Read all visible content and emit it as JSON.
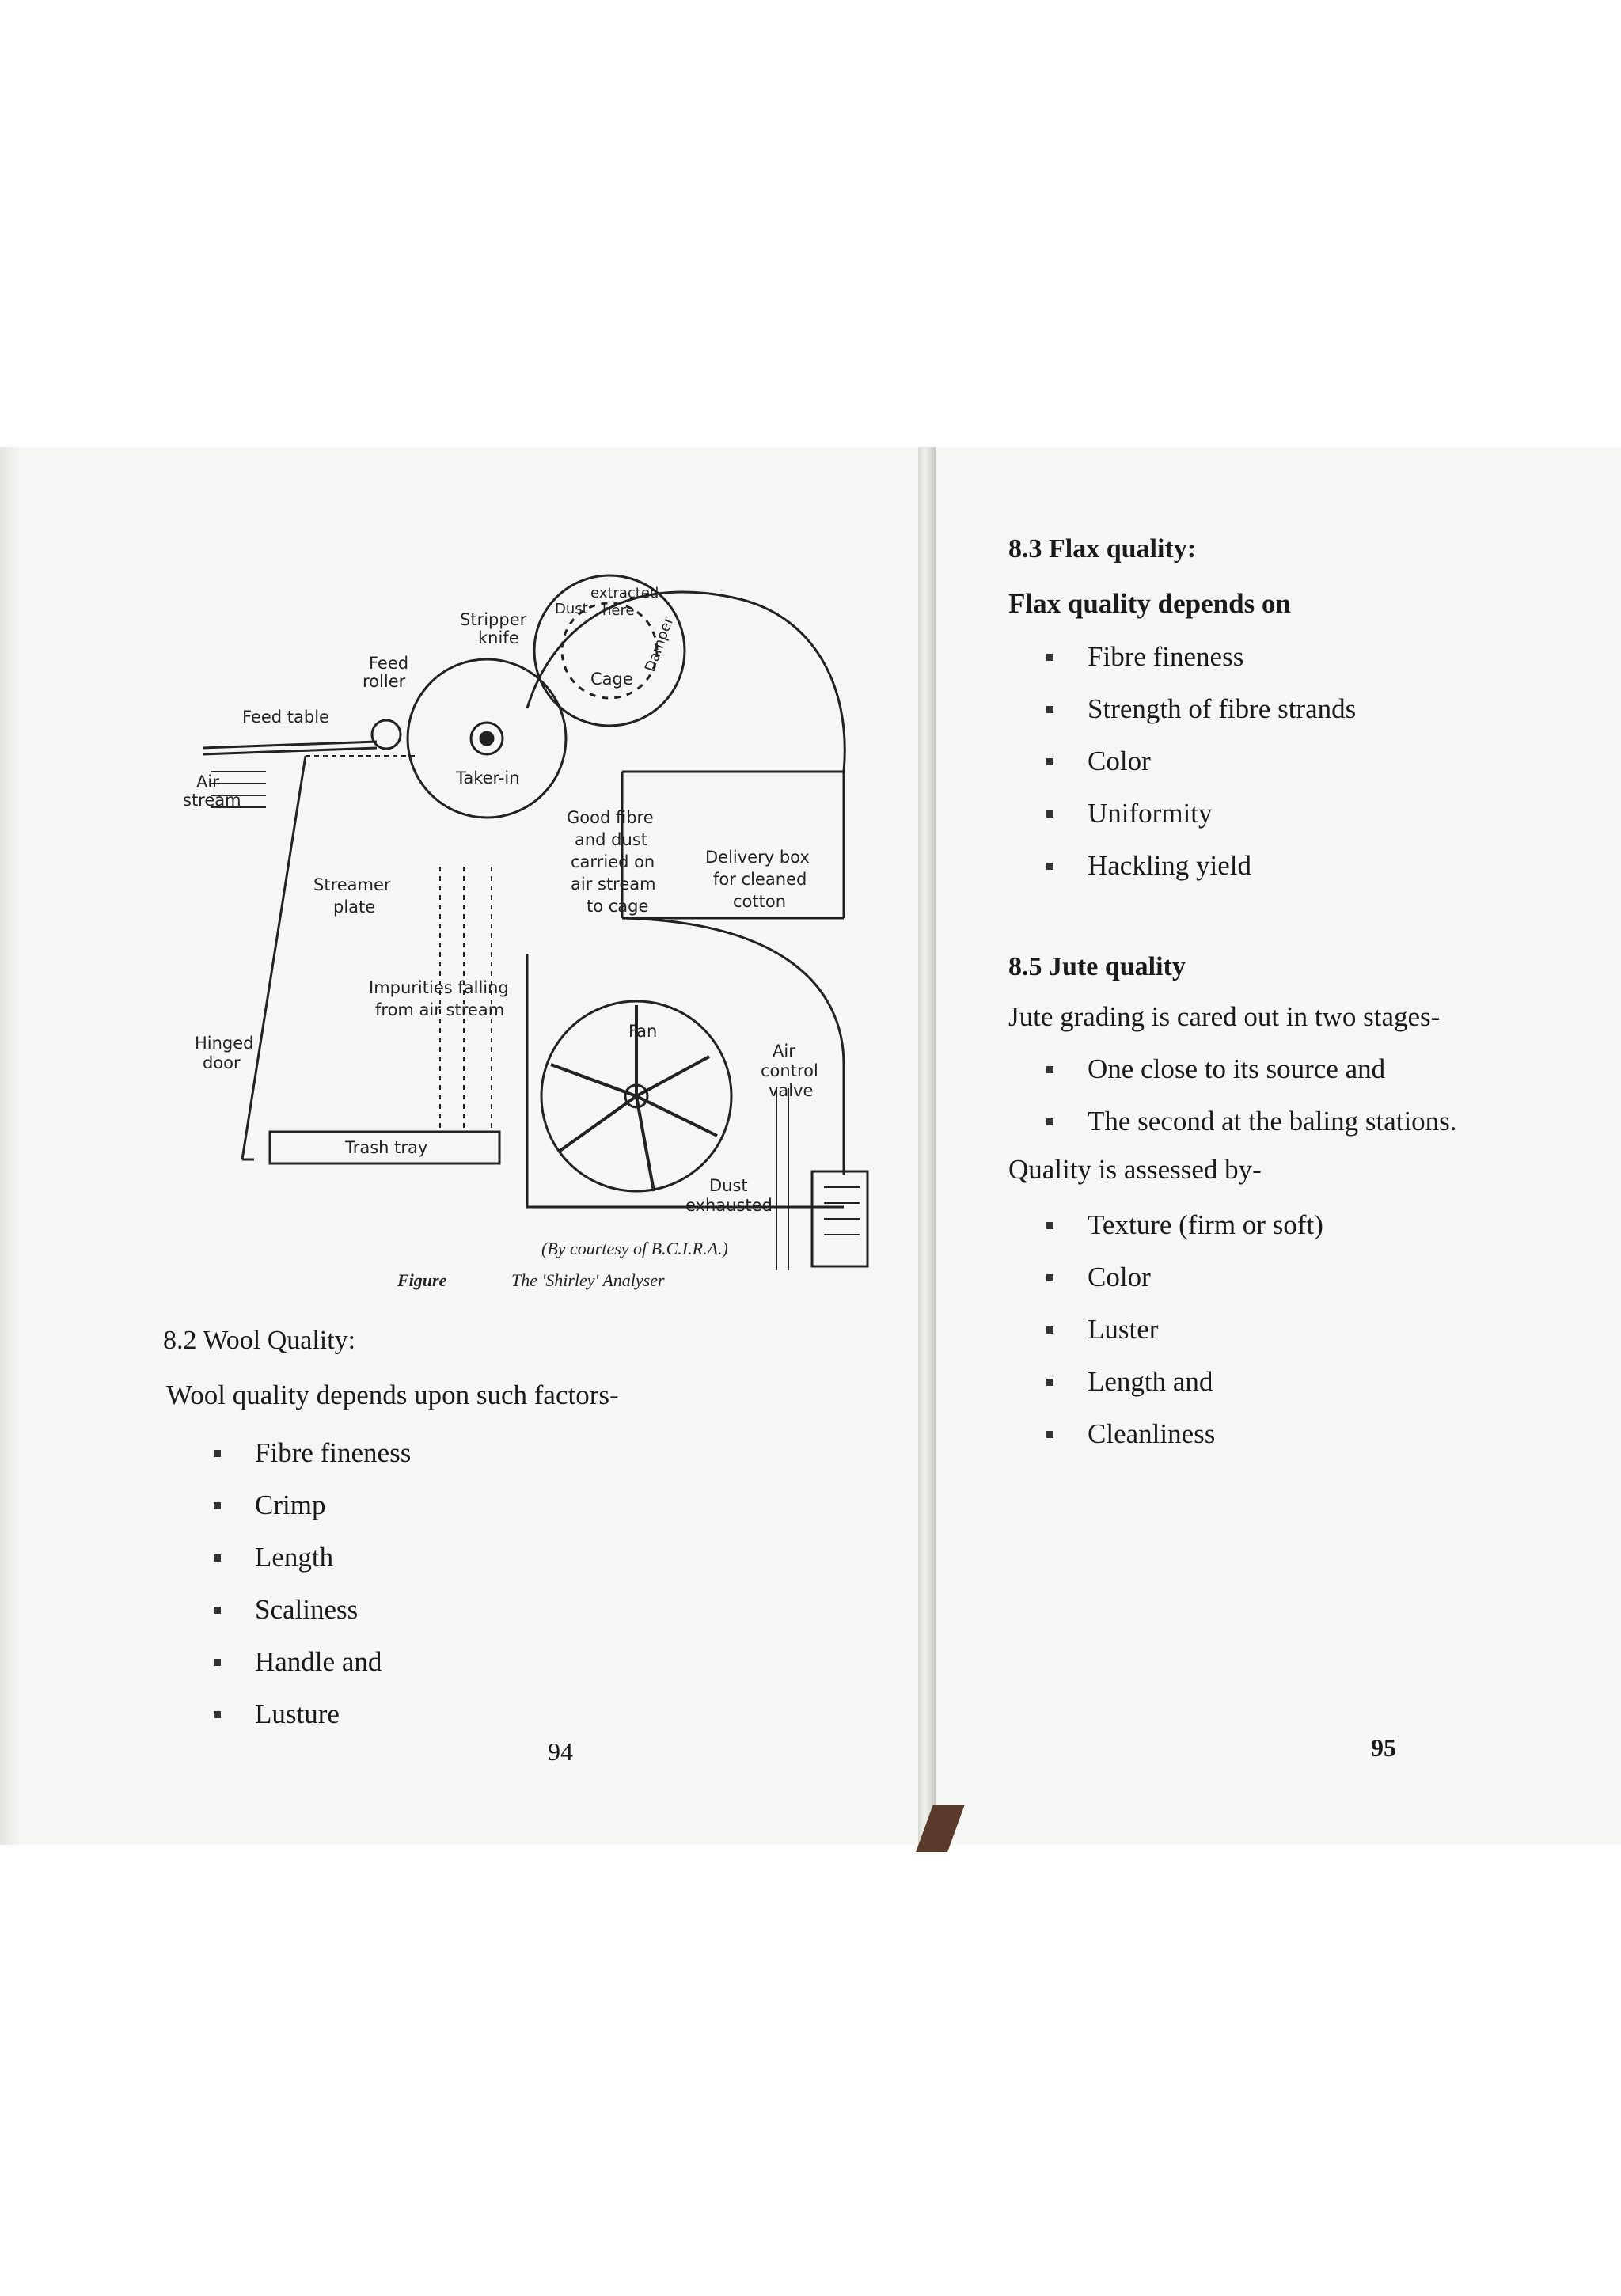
{
  "left_page": {
    "figure": {
      "labels": {
        "stripper_knife": [
          "Stripper",
          "knife"
        ],
        "feed_roller": [
          "Feed",
          "roller"
        ],
        "feed_table": "Feed table",
        "air_stream": [
          "Air",
          "stream"
        ],
        "taker_in": "Taker-in",
        "dust_extracted": [
          "Dust",
          "extracted",
          "here"
        ],
        "cage": "Cage",
        "damper": "Damper",
        "good_fibre": [
          "Good fibre",
          "and dust",
          "carried on",
          "air stream",
          "to cage"
        ],
        "delivery_box": [
          "Delivery box",
          "for cleaned",
          "cotton"
        ],
        "streamer_plate": [
          "Streamer",
          "plate"
        ],
        "impurities": [
          "Impurities falling",
          "from air stream"
        ],
        "fan": "Fan",
        "hinged_door": [
          "Hinged",
          "door"
        ],
        "air_control": [
          "Air",
          "control",
          "valve"
        ],
        "trash_tray": "Trash tray",
        "dust_exhausted": [
          "Dust",
          "exhausted"
        ]
      },
      "courtesy": "(By courtesy of B.C.I.R.A.)",
      "caption_prefix": "Figure",
      "caption": "The 'Shirley' Analyser"
    },
    "section": {
      "heading": "8.2 Wool Quality:",
      "intro": "Wool quality depends upon such factors-",
      "items": [
        "Fibre fineness",
        "Crimp",
        "Length",
        "Scaliness",
        "Handle and",
        "Lusture"
      ]
    },
    "page_number": "94"
  },
  "right_page": {
    "flax": {
      "heading": "8.3 Flax quality:",
      "intro": "Flax quality depends on",
      "items": [
        "Fibre fineness",
        "Strength of fibre strands",
        "Color",
        "Uniformity",
        "Hackling yield"
      ]
    },
    "jute": {
      "heading": "8.5 Jute quality",
      "intro": "Jute grading is cared out in two stages-",
      "stages": [
        "One close to its source and",
        "The second at the baling stations."
      ],
      "assessed_intro": "Quality is assessed by-",
      "items": [
        "Texture (firm or soft)",
        "Color",
        "Luster",
        "Length and",
        "Cleanliness"
      ]
    },
    "page_number": "95"
  }
}
